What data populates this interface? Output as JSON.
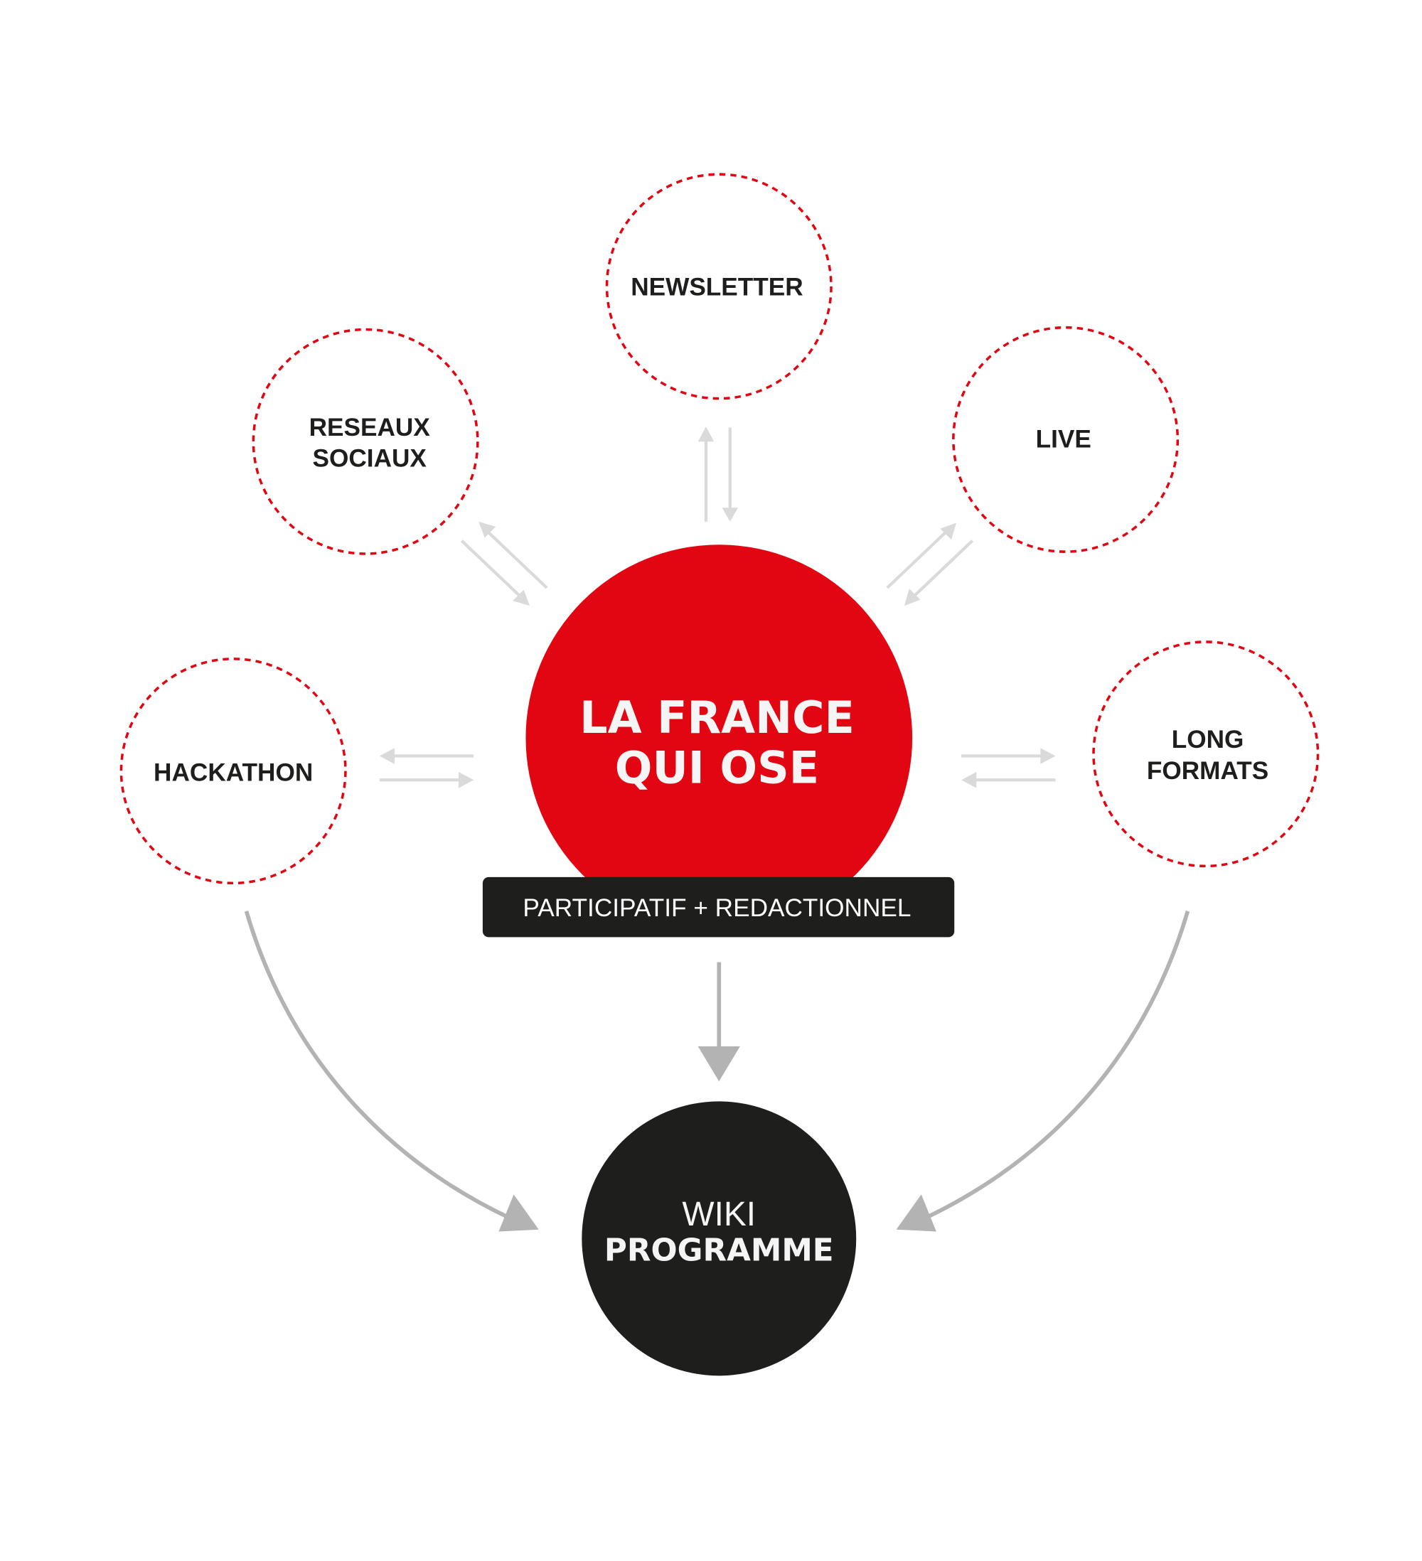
{
  "colors": {
    "accent_red": "#e20613",
    "dark": "#1e1e1c",
    "arrow_light": "#dadada",
    "arrow_dark": "#b3b3b3"
  },
  "center": {
    "line1": "LA FRANCE",
    "line2": "QUI OSE"
  },
  "banner": {
    "label": "PARTICIPATIF + REDACTIONNEL"
  },
  "channels": {
    "newsletter": {
      "line1": "NEWSLETTER"
    },
    "reseaux": {
      "line1": "RESEAUX",
      "line2": "SOCIAUX"
    },
    "live": {
      "line1": "LIVE"
    },
    "hackathon": {
      "line1": "HACKATHON"
    },
    "long_formats": {
      "line1": "LONG",
      "line2": "FORMATS"
    }
  },
  "output": {
    "line1": "WIKI",
    "line2": "PROGRAMME"
  }
}
